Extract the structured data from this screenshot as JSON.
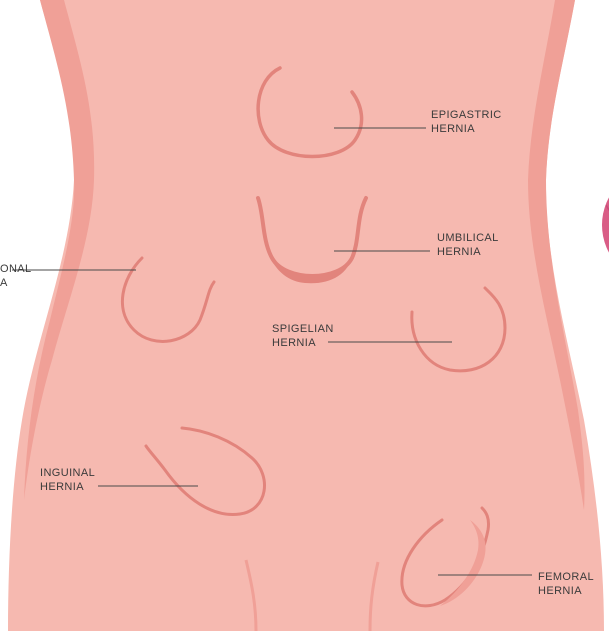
{
  "colors": {
    "skin": "#f6b9b0",
    "skin_edge": "#f0a097",
    "hernia_line": "#e2847c",
    "leader_line": "#4a4a4a",
    "accent_circle": "#d95d86",
    "text": "#3b3b3b"
  },
  "labels": {
    "incisional": [
      "ONAL",
      "A"
    ],
    "epigastric": [
      "EPIGASTRIC",
      "HERNIA"
    ],
    "umbilical": [
      "UMBILICAL",
      "HERNIA"
    ],
    "spigelian": [
      "SPIGELIAN",
      "HERNIA"
    ],
    "inguinal": [
      "INGUINAL",
      "HERNIA"
    ],
    "femoral": [
      "FEMORAL",
      "HERNIA"
    ]
  }
}
